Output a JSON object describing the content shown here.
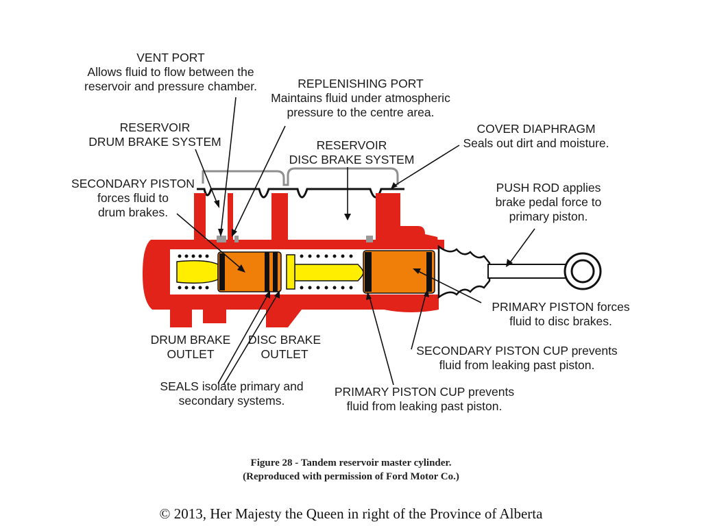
{
  "labels": {
    "vent_port": {
      "title": "VENT PORT",
      "line1": "Allows fluid to flow between the",
      "line2": "reservoir and pressure chamber."
    },
    "replenishing_port": {
      "title": "REPLENISHING PORT",
      "line1": "Maintains fluid under atmospheric",
      "line2": "pressure to the centre area."
    },
    "reservoir_drum": {
      "line1": "RESERVOIR",
      "line2": "DRUM BRAKE SYSTEM"
    },
    "reservoir_disc": {
      "line1": "RESERVOIR",
      "line2": "DISC BRAKE SYSTEM"
    },
    "cover_diaphragm": {
      "title": "COVER DIAPHRAGM",
      "line1": "Seals out dirt and moisture."
    },
    "secondary_piston": {
      "title": "SECONDARY PISTON",
      "line1": "forces fluid to",
      "line2": "drum brakes."
    },
    "push_rod": {
      "line1": "PUSH ROD applies",
      "line2": "brake pedal force to",
      "line3": "primary piston."
    },
    "primary_piston": {
      "line1": "PRIMARY PISTON forces",
      "line2": "fluid to disc brakes."
    },
    "drum_outlet": {
      "line1": "DRUM BRAKE",
      "line2": "OUTLET"
    },
    "disc_outlet": {
      "line1": "DISC BRAKE",
      "line2": "OUTLET"
    },
    "secondary_cup": {
      "line1": "SECONDARY PISTON CUP prevents",
      "line2": "fluid from leaking past piston."
    },
    "seals": {
      "line1": "SEALS isolate primary and",
      "line2": "secondary systems."
    },
    "primary_cup": {
      "line1": "PRIMARY PISTON CUP prevents",
      "line2": "fluid from leaking past piston."
    }
  },
  "caption": {
    "line1": "Figure 28 - Tandem reservoir master cylinder.",
    "line2": "(Reproduced with permission of Ford Motor Co.)"
  },
  "copyright": "© 2013, Her Majesty the Queen in right of the Province of Alberta",
  "colors": {
    "housing": "#e2231a",
    "piston": "#f07f0a",
    "spring": "#ffee00",
    "seal": "#111111",
    "cap": "#9a9a9a"
  }
}
